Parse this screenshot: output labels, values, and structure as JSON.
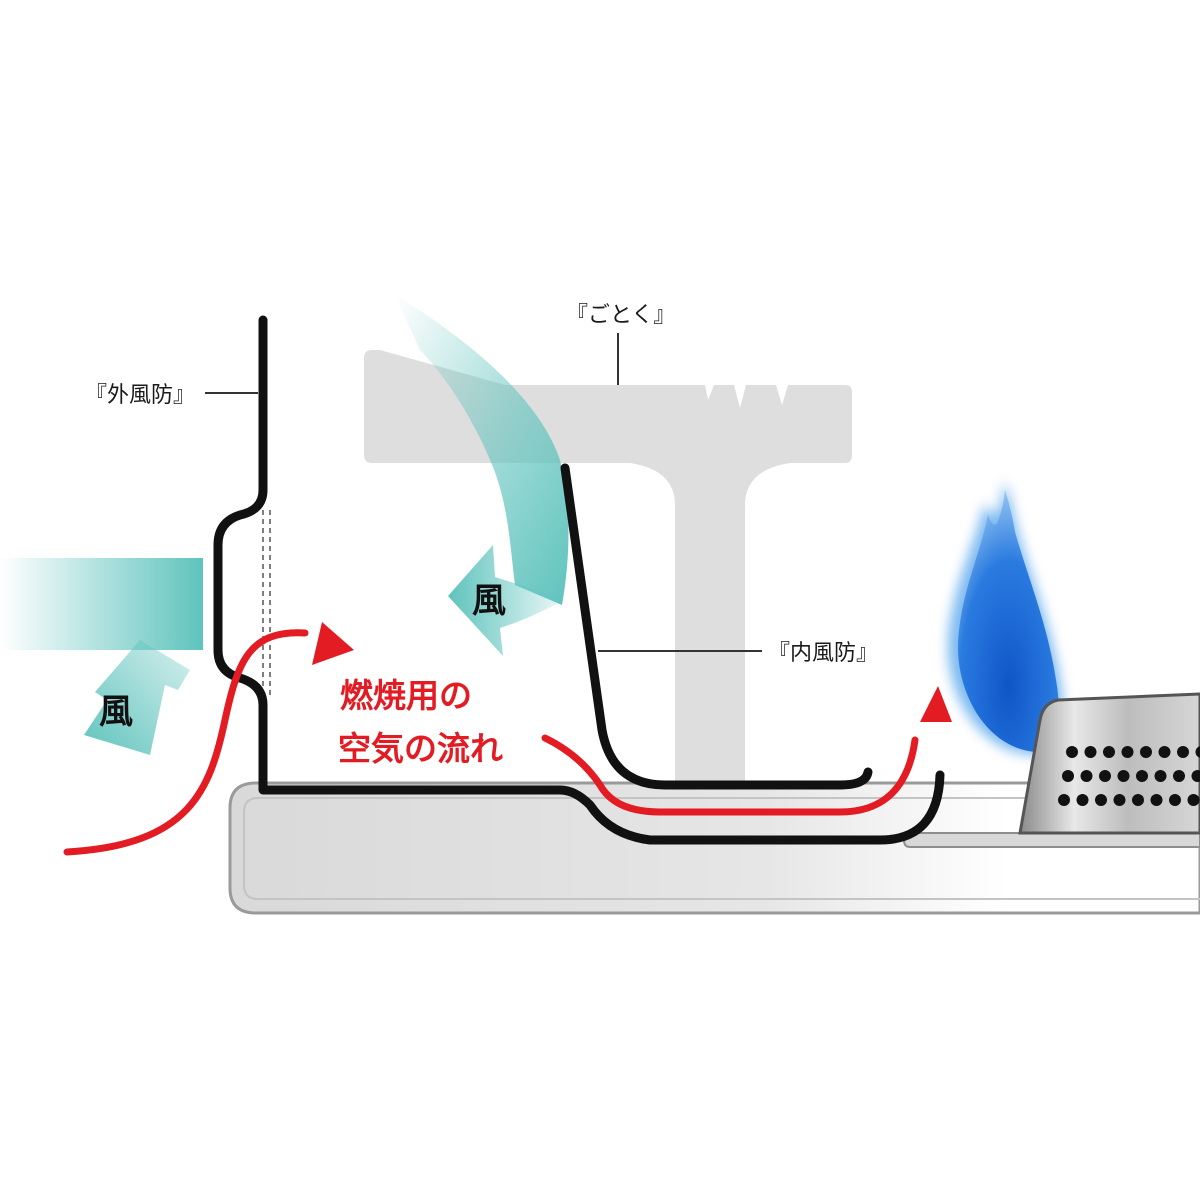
{
  "labels": {
    "outer_windshield": "『外風防』",
    "gotoku": "『ごとく』",
    "inner_windshield": "『内風防』",
    "wind_left": "風",
    "wind_center": "風",
    "air_flow_line1": "燃焼用の",
    "air_flow_line2": "空気の流れ"
  },
  "colors": {
    "air_flow": "#e31b23",
    "wind": "#5fc3bd",
    "flame": "#1f6fd8",
    "gotoku": "#dedede",
    "windshield": "#111111",
    "tray": "#dcdcdc",
    "tray_edge": "#9a9a9a"
  }
}
